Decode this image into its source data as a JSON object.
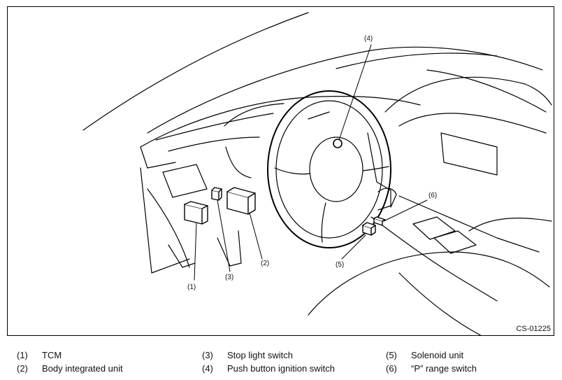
{
  "figure": {
    "code": "CS-01225",
    "callouts": [
      "(1)",
      "(2)",
      "(3)",
      "(4)",
      "(5)",
      "(6)"
    ]
  },
  "legend": [
    {
      "num": "(1)",
      "label": "TCM"
    },
    {
      "num": "(2)",
      "label": "Body integrated unit"
    },
    {
      "num": "(3)",
      "label": "Stop light switch"
    },
    {
      "num": "(4)",
      "label": "Push button ignition switch"
    },
    {
      "num": "(5)",
      "label": "Solenoid unit"
    },
    {
      "num": "(6)",
      "label": "“P” range switch"
    }
  ]
}
